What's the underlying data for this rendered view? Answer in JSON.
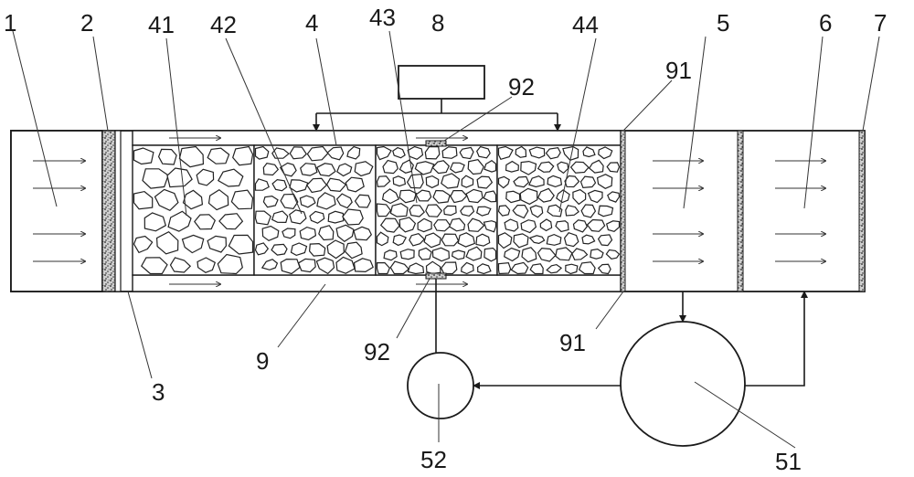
{
  "labels": {
    "l1": "1",
    "l2": "2",
    "l3": "3",
    "l4": "4",
    "l5": "5",
    "l6": "6",
    "l7": "7",
    "l8": "8",
    "l9": "9",
    "l41": "41",
    "l42": "42",
    "l43": "43",
    "l44": "44",
    "l91a": "91",
    "l91b": "91",
    "l92a": "92",
    "l92b": "92",
    "l51": "51",
    "l52": "52"
  },
  "colors": {
    "line": "#1a1a1a",
    "background": "#ffffff"
  }
}
